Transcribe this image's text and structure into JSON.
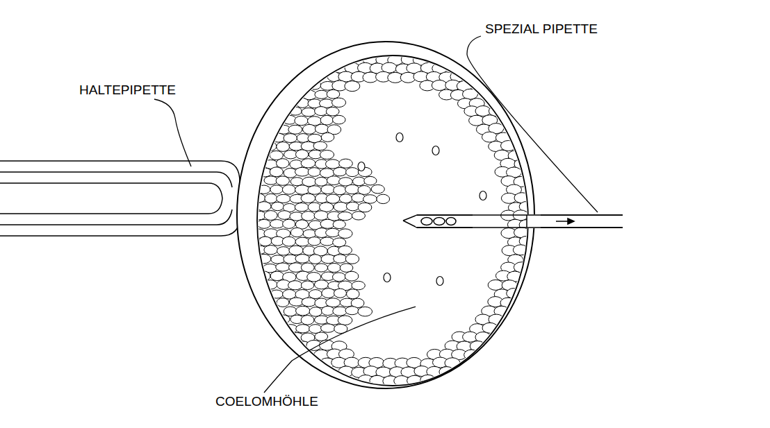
{
  "diagram": {
    "labels": [
      "HALTEPIPETTE",
      "SPEZIAL PIPETTE",
      "COELOMHÖHLE"
    ]
  }
}
